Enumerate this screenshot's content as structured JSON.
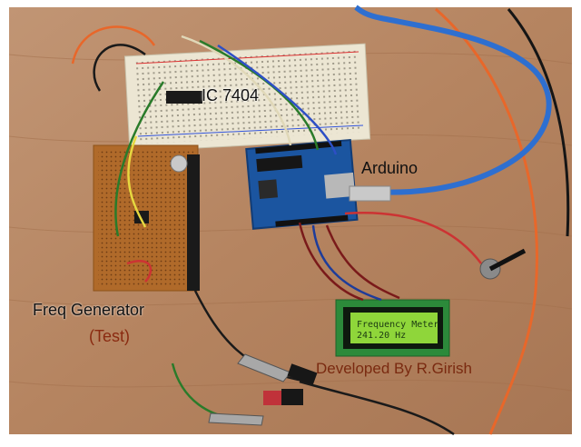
{
  "labels": {
    "ic": "IC 7404",
    "arduino": "Arduino",
    "freq_generator": "Freq Generator",
    "test": "(Test)",
    "developer": "Developed By R.Girish"
  },
  "lcd": {
    "line1": "Frequency Meter",
    "line2": "241.20 Hz"
  },
  "colors": {
    "table": "#b98762",
    "breadboard": "#ece6d3",
    "arduino_board": "#1b55a0",
    "pcb": "#b06a2a",
    "lcd_screen": "#8fd63a",
    "usb_cable": "#2e6fd0"
  }
}
